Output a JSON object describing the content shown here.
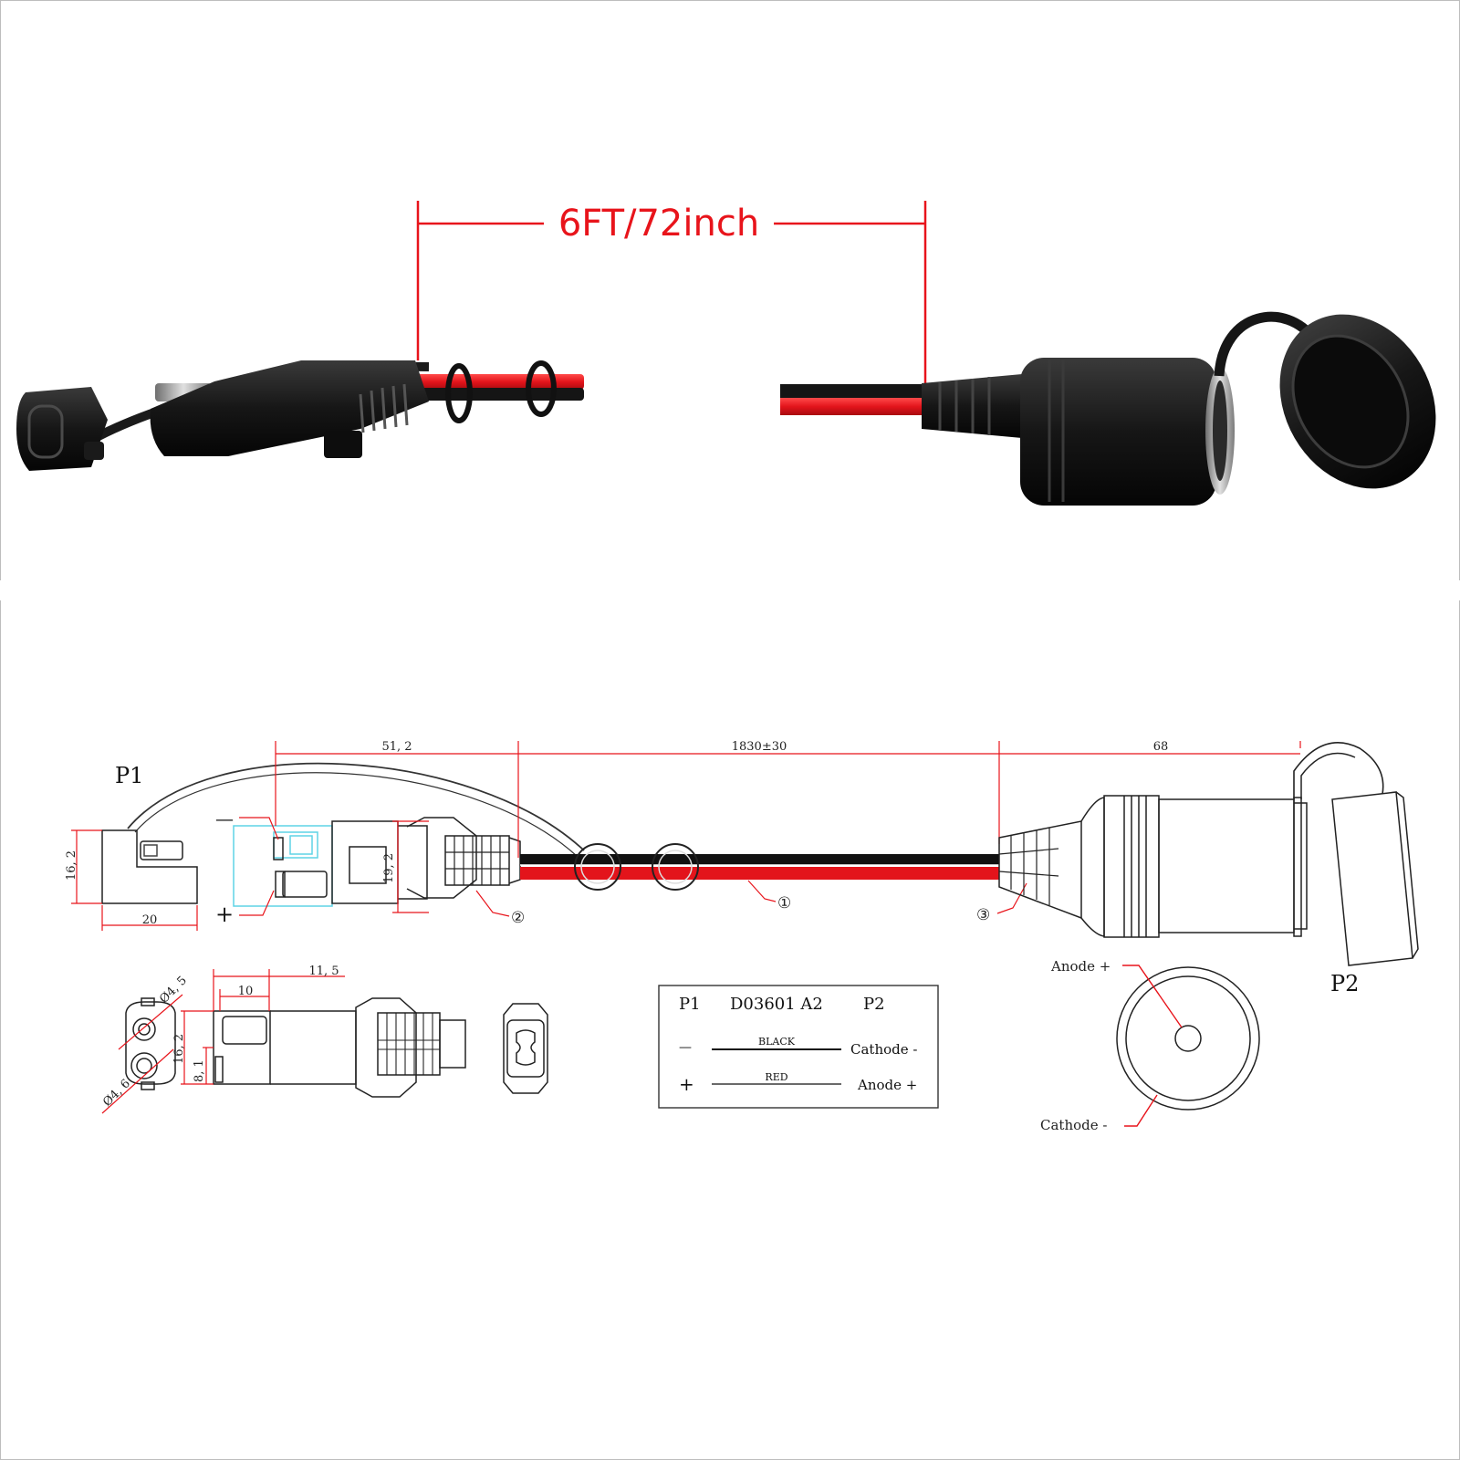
{
  "photo": {
    "length_label": "6FT/72inch",
    "colors": {
      "dimension_red": "#e8141b",
      "cable_red": "#e3141b",
      "cable_black": "#151515"
    }
  },
  "drawing": {
    "p1_label": "P1",
    "p2_label": "P2",
    "dimensions": {
      "sae_length": "51, 2",
      "cable_length": "1830±30",
      "socket_length": "68",
      "p1_height": "16, 2",
      "p1_width": "20",
      "plug_height": "19, 2",
      "side_length": "11, 5",
      "side_pin": "10",
      "side_height": "16, 2",
      "side_half": "8, 1",
      "hole_top": "Ø4, 5",
      "hole_bottom": "Ø4, 6"
    },
    "polarity_minus": "—",
    "polarity_plus": "+",
    "callouts": [
      "①",
      "②",
      "③"
    ],
    "legend": {
      "header_p1": "P1",
      "part_number": "D03601 A2",
      "header_p2": "P2",
      "row1_left": "—",
      "row1_wire": "BLACK",
      "row1_right": "Cathode -",
      "row2_left": "+",
      "row2_wire": "RED",
      "row2_right": "Anode +"
    },
    "socket_face": {
      "anode_label": "Anode +",
      "cathode_label": "Cathode -"
    }
  }
}
